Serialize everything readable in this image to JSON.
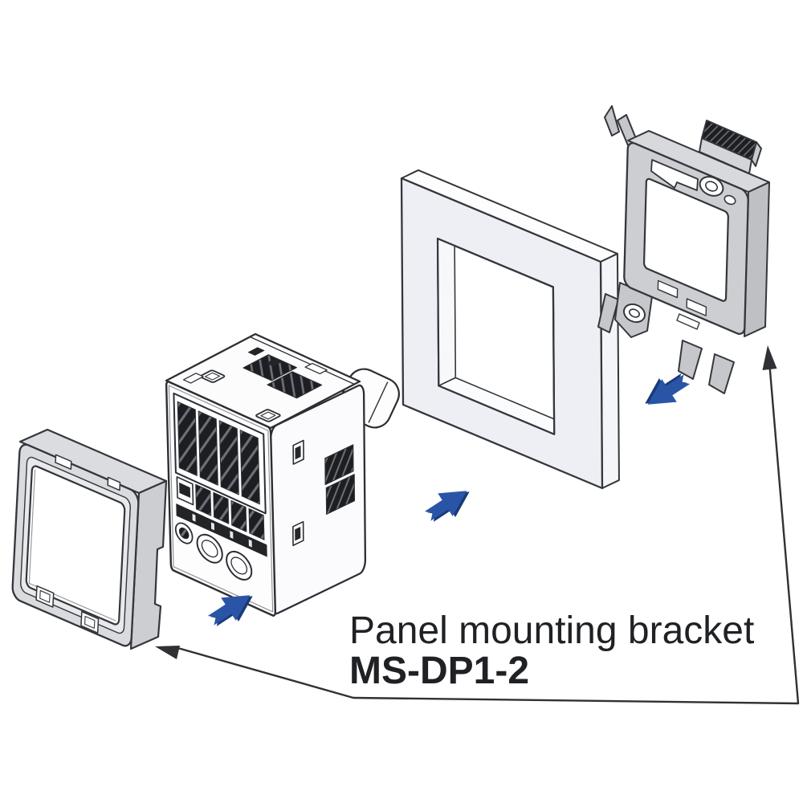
{
  "annotation": {
    "line1": "Panel mounting bracket",
    "line2": "MS-DP1-2"
  },
  "parts": {
    "front_cover": "front-protective-cover-frame",
    "sensor": "digital-pressure-sensor-unit",
    "panel": "mounting-panel-with-square-cutout",
    "bracket": "panel-mounting-bracket",
    "arrows": "assembly-direction-arrows",
    "leader": "label-leader-line"
  },
  "colors": {
    "background": "#ffffff",
    "line": "#33363b",
    "text": "#1f2124",
    "arrow_blue": "#2a55a7",
    "arrow_blue_shadow": "#1a3a77",
    "part_gray": "#cdced1",
    "part_gray_light": "#dadbde",
    "panel_face": "#edeff5",
    "vent_dark": "#1d1e22"
  }
}
